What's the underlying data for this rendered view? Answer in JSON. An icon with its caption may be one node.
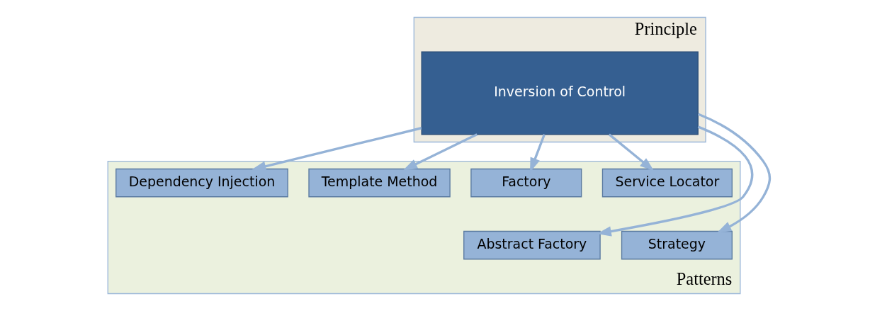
{
  "diagram": {
    "nodes": [
      {
        "text": [
          "Principle"
        ]
      },
      {
        "text": [
          "Inversion of Control"
        ],
        "in": 0
      },
      {
        "text": [
          "Patterns"
        ]
      },
      {
        "text": [
          "Service Locator"
        ],
        "in": 2
      },
      {
        "text": [
          "Factory"
        ],
        "in": 2
      },
      {
        "text": [
          "Abstract Factory"
        ],
        "in": 2
      },
      {
        "text": [
          "Template Method"
        ],
        "in": 2
      },
      {
        "text": [
          "Strategy"
        ],
        "in": 2
      },
      {
        "text": [
          "Dependency Injection"
        ],
        "in": 2
      }
    ],
    "edges": [
      {
        "from": 1,
        "to": 3,
        "arrow": "to"
      },
      {
        "from": 1,
        "to": 4,
        "arrow": "to"
      },
      {
        "from": 1,
        "to": 5,
        "arrow": "to"
      },
      {
        "from": 1,
        "to": 6,
        "arrow": "to"
      },
      {
        "from": 1,
        "to": 7,
        "arrow": "to"
      },
      {
        "from": 1,
        "to": 8,
        "arrow": "to"
      }
    ]
  }
}
